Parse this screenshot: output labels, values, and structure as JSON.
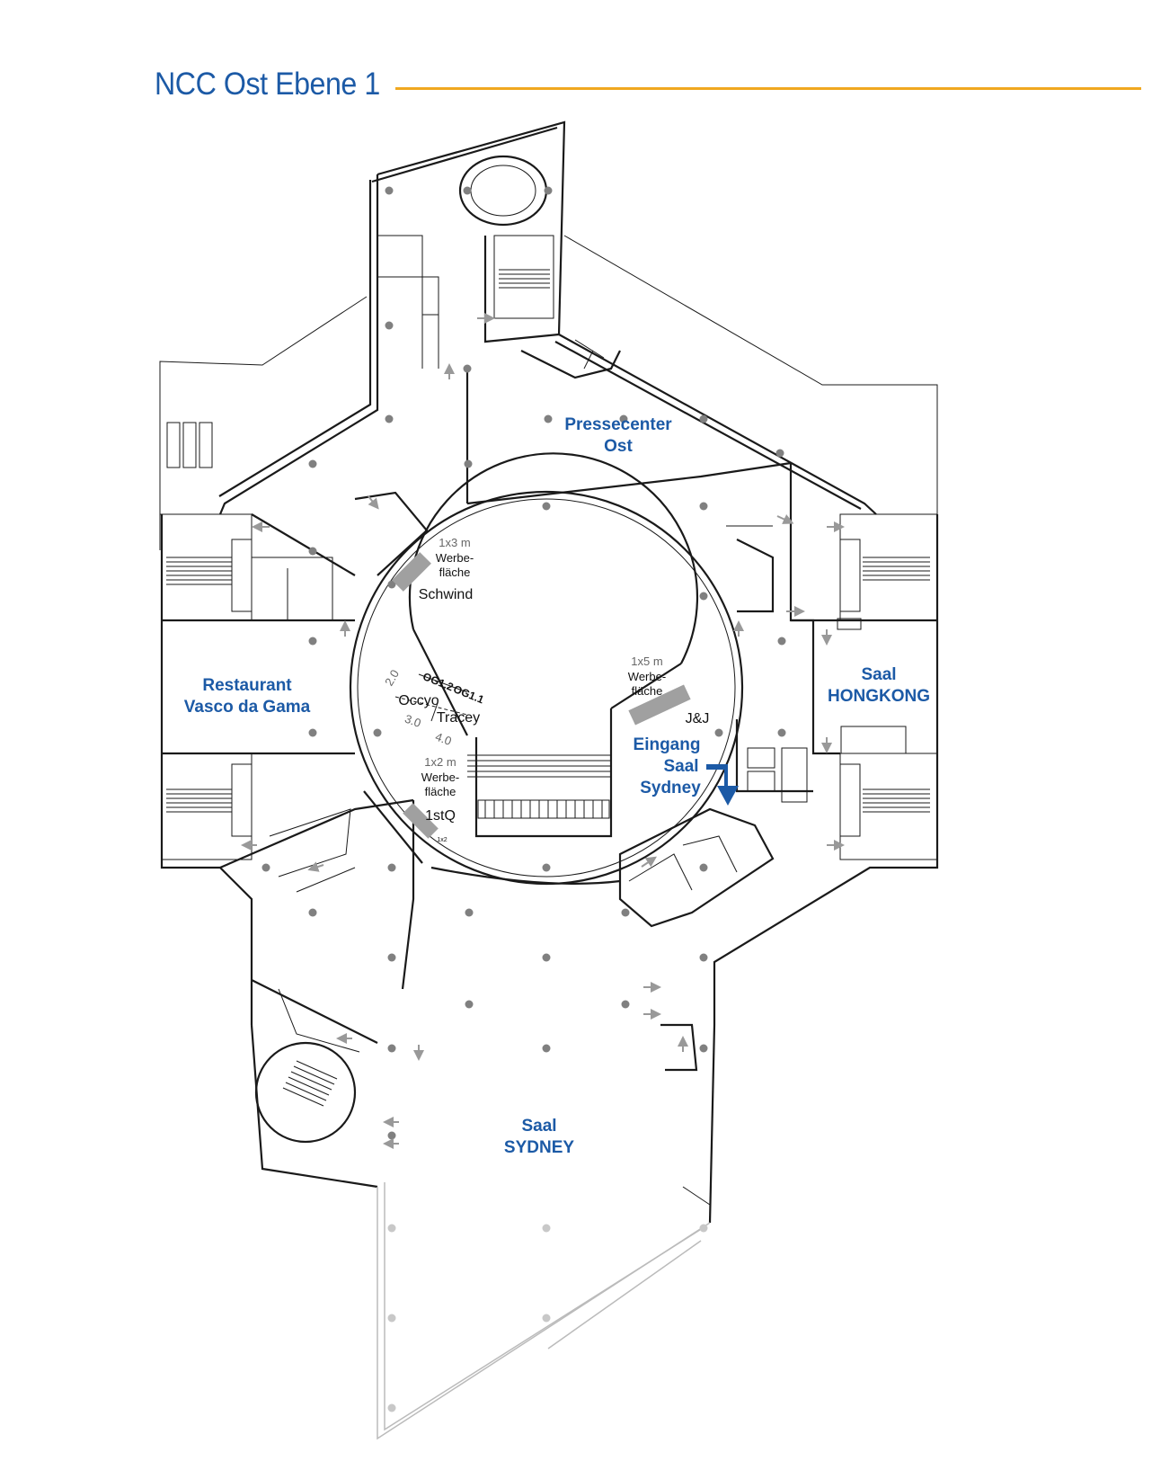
{
  "header": {
    "title": "NCC Ost Ebene 1"
  },
  "colors": {
    "title": "#1c5aa6",
    "title_rule": "#f0a820",
    "room_labels": "#1c5aa6",
    "entrance_arrow": "#1c5aa6",
    "advertising_area": "#a0a0a0"
  },
  "rooms": {
    "pressecenter": {
      "line1": "Pressecenter",
      "line2": "Ost"
    },
    "restaurant": {
      "line1": "Restaurant",
      "line2": "Vasco da Gama"
    },
    "hongkong": {
      "line1": "Saal",
      "line2": "HONGKONG"
    },
    "sydney": {
      "line1": "Saal",
      "line2": "SYDNEY"
    },
    "entrance": {
      "line1": "Eingang",
      "line2": "Saal",
      "line3": "Sydney"
    }
  },
  "advertising_areas": [
    {
      "size": "1x3 m",
      "line1": "Werbe-",
      "line2": "fläche",
      "exhibitor": "Schwind"
    },
    {
      "size": "1x5 m",
      "line1": "Werbe-",
      "line2": "fläche",
      "exhibitor": "J&J"
    },
    {
      "size": "1x2 m",
      "line1": "Werbe-",
      "line2": "fläche",
      "exhibitor": "1stQ",
      "tag": "1x2"
    }
  ],
  "booths": [
    {
      "code": "OG1.2",
      "exhibitor": "Occyo"
    },
    {
      "code": "OG1.1",
      "exhibitor": "Tracey"
    }
  ],
  "booth_dimensions": [
    "2.0",
    "3.0",
    "4.0"
  ]
}
